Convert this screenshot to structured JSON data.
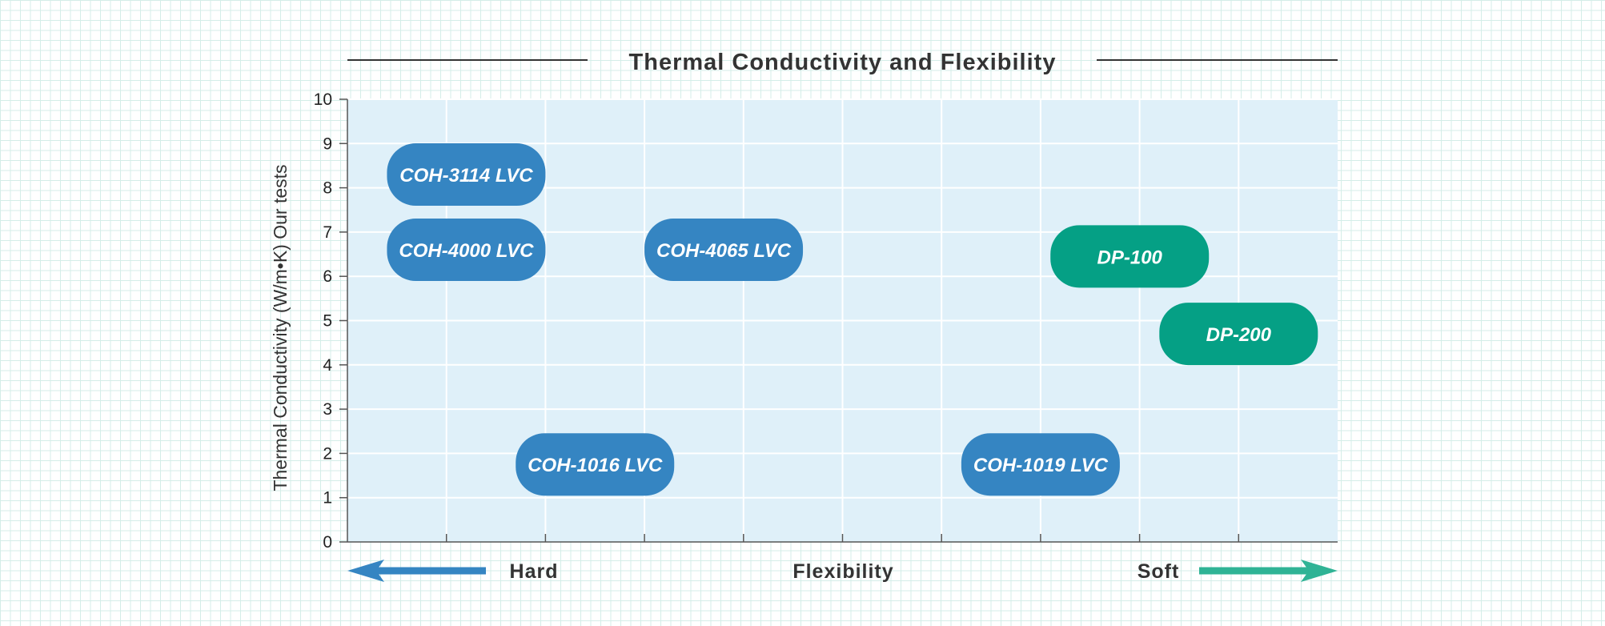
{
  "chart_data": {
    "type": "scatter",
    "title": "Thermal Conductivity and Flexibility",
    "ylabel": "Thermal Conductivity (W/m•K) Our tests",
    "xlabel": "Flexibility",
    "x_low_label": "Hard",
    "x_high_label": "Soft",
    "ylim": [
      0,
      10
    ],
    "yticks": [
      "0",
      "1",
      "2",
      "3",
      "4",
      "5",
      "6",
      "7",
      "8",
      "9",
      "10"
    ],
    "xlim": [
      0,
      10
    ],
    "grid": true,
    "series": [
      {
        "color": "#3585c2",
        "points": [
          {
            "label": "COH-3114 LVC",
            "x": 1.2,
            "y": 8.3
          },
          {
            "label": "COH-4000 LVC",
            "x": 1.2,
            "y": 6.6
          },
          {
            "label": "COH-4065 LVC",
            "x": 3.8,
            "y": 6.6
          },
          {
            "label": "COH-1016 LVC",
            "x": 2.5,
            "y": 1.75
          },
          {
            "label": "COH-1019 LVC",
            "x": 7.0,
            "y": 1.75
          }
        ]
      },
      {
        "color": "#05a085",
        "points": [
          {
            "label": "DP-100",
            "x": 7.9,
            "y": 6.45
          },
          {
            "label": "DP-200",
            "x": 9.0,
            "y": 4.7
          }
        ]
      }
    ],
    "colors": {
      "plot_background": "#dff0f9",
      "gridline": "#ffffff",
      "axis": "#555555",
      "arrow_left": "#3585c2",
      "arrow_right": "#2fb395",
      "title_rule": "#333333"
    }
  }
}
